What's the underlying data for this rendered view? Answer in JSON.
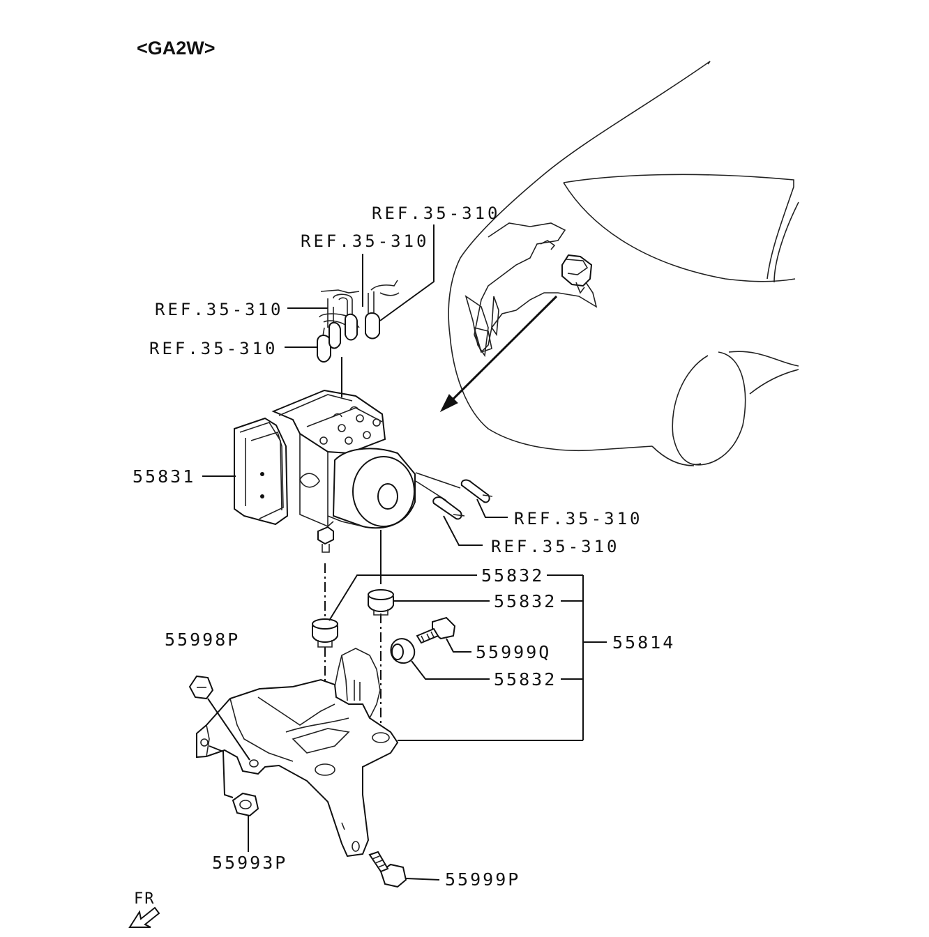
{
  "diagram": {
    "title": "<GA2W>",
    "direction_marker": "FR",
    "references": [
      {
        "id": "ref1",
        "text": "REF.35-310"
      },
      {
        "id": "ref2",
        "text": "REF.35-310"
      },
      {
        "id": "ref3",
        "text": "REF.35-310"
      },
      {
        "id": "ref4",
        "text": "REF.35-310"
      },
      {
        "id": "ref5",
        "text": "REF.35-310"
      },
      {
        "id": "ref6",
        "text": "REF.35-310"
      }
    ],
    "parts": {
      "hydraulic_unit": "55831",
      "grommet_a": "55832",
      "grommet_b": "55832",
      "grommet_c": "55832",
      "bracket_assembly": "55814",
      "bolt_q": "55999Q",
      "nut_p": "55998P",
      "nut_993": "55993P",
      "bolt_p": "55999P"
    }
  }
}
